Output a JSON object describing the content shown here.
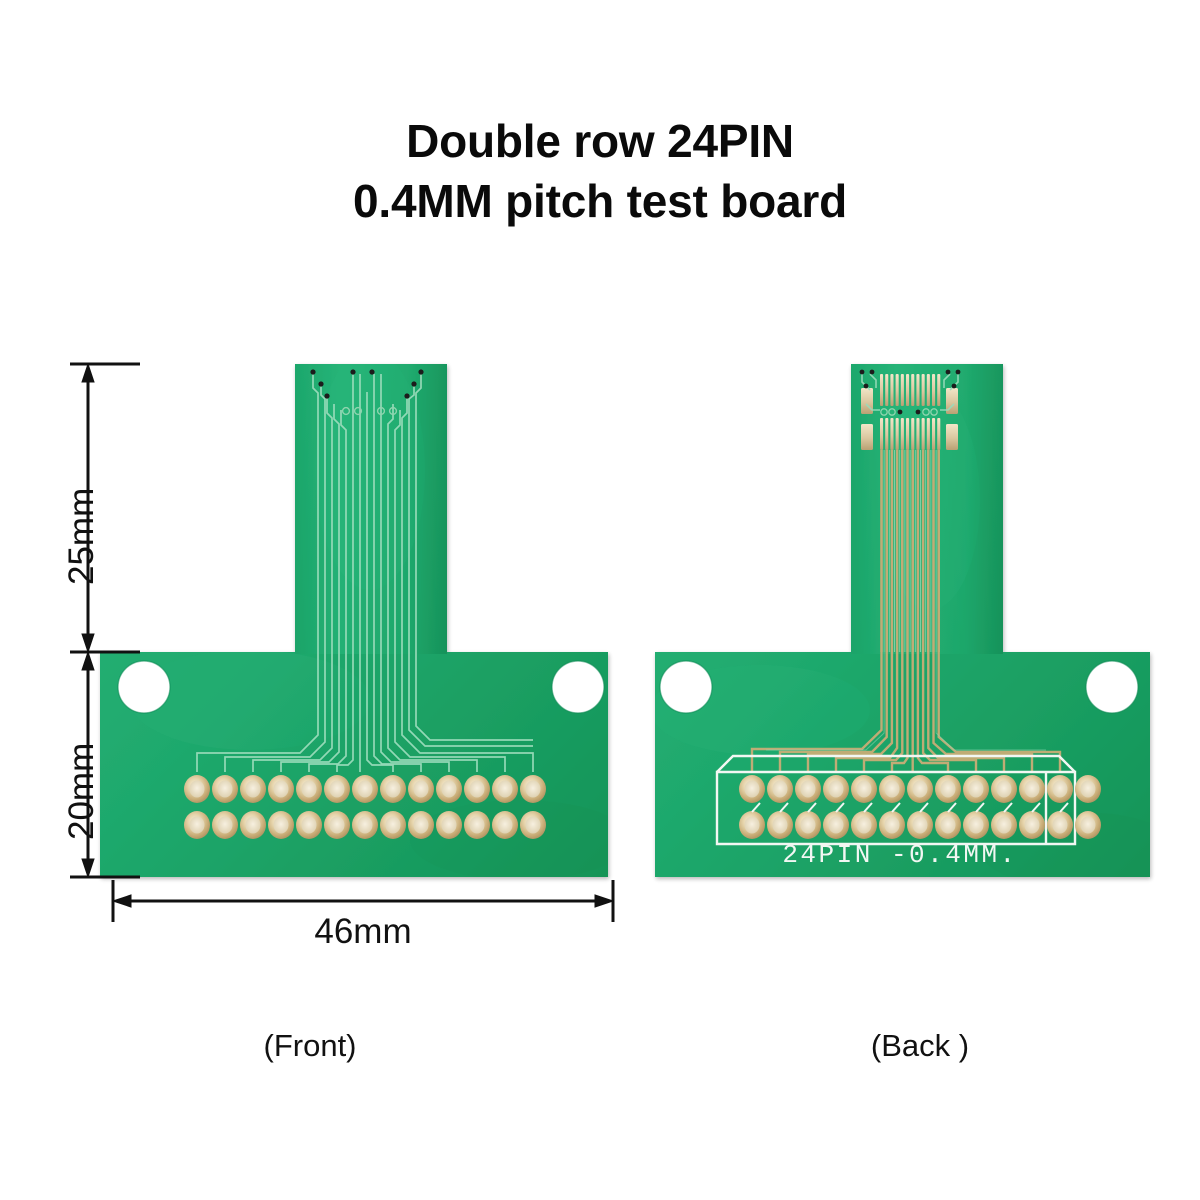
{
  "title": {
    "line1": "Double row 24PIN",
    "line2": "0.4MM pitch test board",
    "full": "Double row 24PIN\n0.4MM pitch test board"
  },
  "dimensions": {
    "height_top": "25mm",
    "height_bottom": "20mm",
    "width": "46mm"
  },
  "captions": {
    "front": "(Front)",
    "back": "(Back )"
  },
  "silkscreen": {
    "back_label": "24PIN -0.4MM."
  },
  "board": {
    "pins_per_row": 13,
    "rows": 2,
    "total_pin_label": "24PIN",
    "pitch_label": "0.4MM",
    "mounting_holes": 2,
    "colors": {
      "pcb_green": "#20a96e",
      "pcb_green_dark": "#16844f",
      "pcb_green_light": "#3fc48c",
      "pad_gold": "#d9c49b",
      "pad_gold_light": "#f0e4c8",
      "pad_gold_dark": "#b39a67",
      "silk_white": "#f2f7f3",
      "trace": "#8fd9b4",
      "hole_white": "#ffffff",
      "annotation_black": "#111111",
      "background": "#ffffff"
    }
  },
  "views": [
    {
      "name": "front",
      "label": "(Front)"
    },
    {
      "name": "back",
      "label": "(Back )"
    }
  ]
}
